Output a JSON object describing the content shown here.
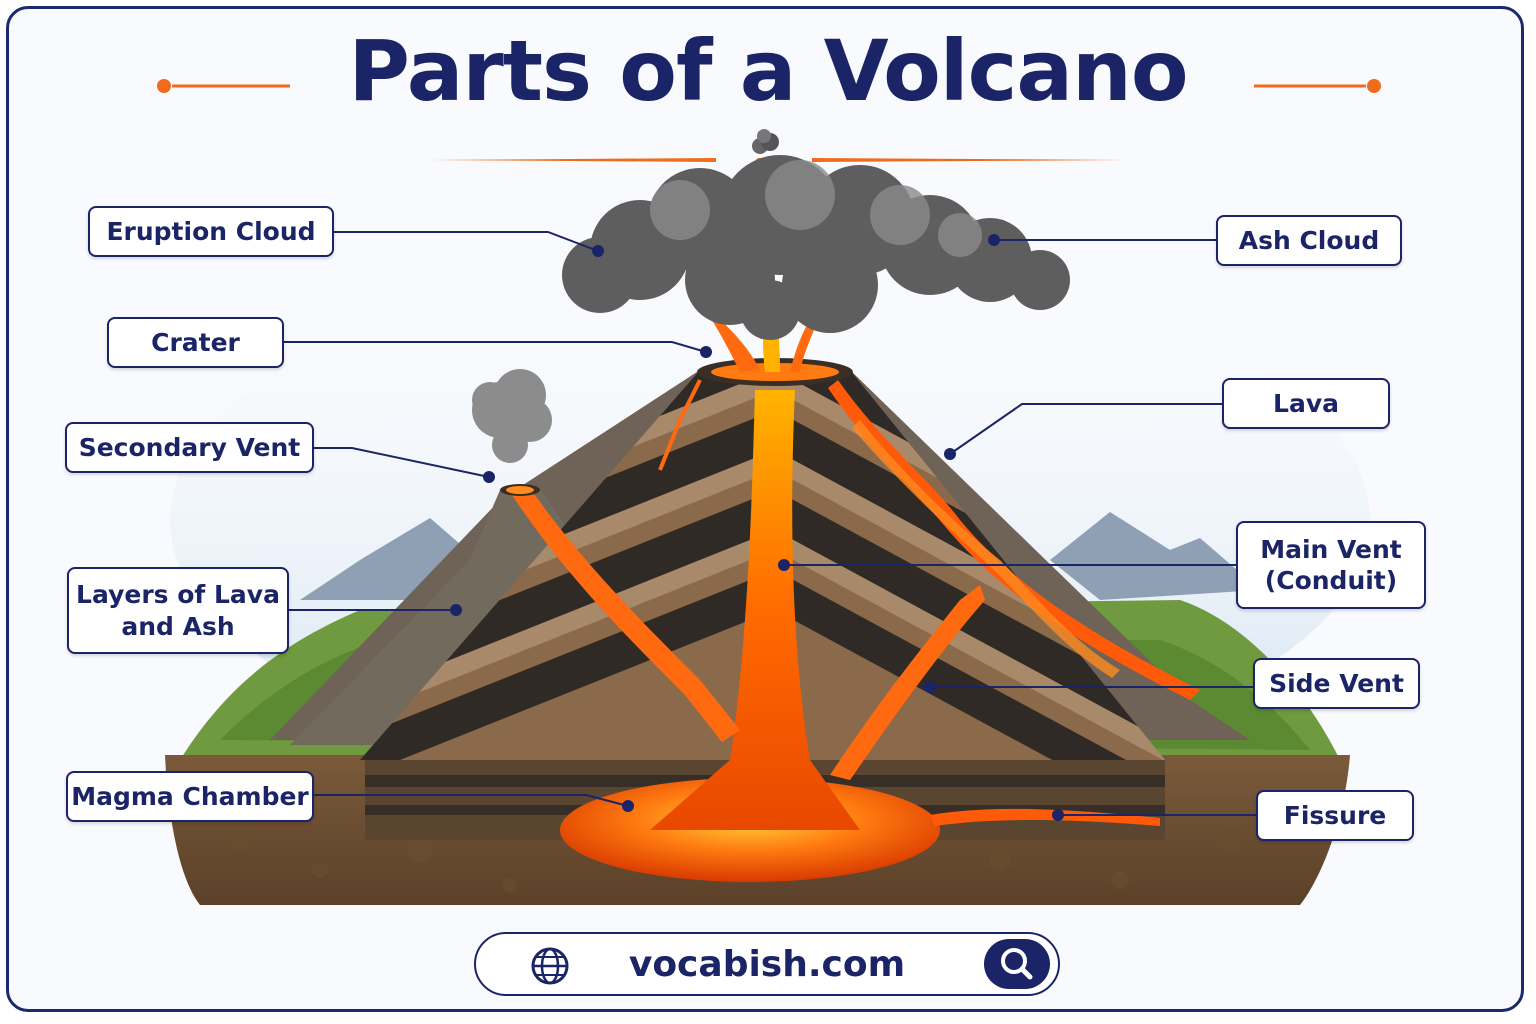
{
  "title": "Parts of a Volcano",
  "labels": {
    "eruption_cloud": "Eruption Cloud",
    "ash_cloud": "Ash Cloud",
    "crater": "Crater",
    "lava": "Lava",
    "secondary_vent": "Secondary Vent",
    "main_vent": "Main Vent\n(Conduit)",
    "layers": "Layers of Lava\nand Ash",
    "side_vent": "Side Vent",
    "magma_chamber": "Magma Chamber",
    "fissure": "Fissure"
  },
  "footer": {
    "site": "vocabish.com"
  },
  "icons": {
    "globe": "globe-icon",
    "search": "search-icon",
    "volcano": "volcano-icon"
  },
  "colors": {
    "navy": "#1a2466",
    "accent": "#f26a1b",
    "lava": "#ff5a0a",
    "ash": "#6b6b6b"
  }
}
